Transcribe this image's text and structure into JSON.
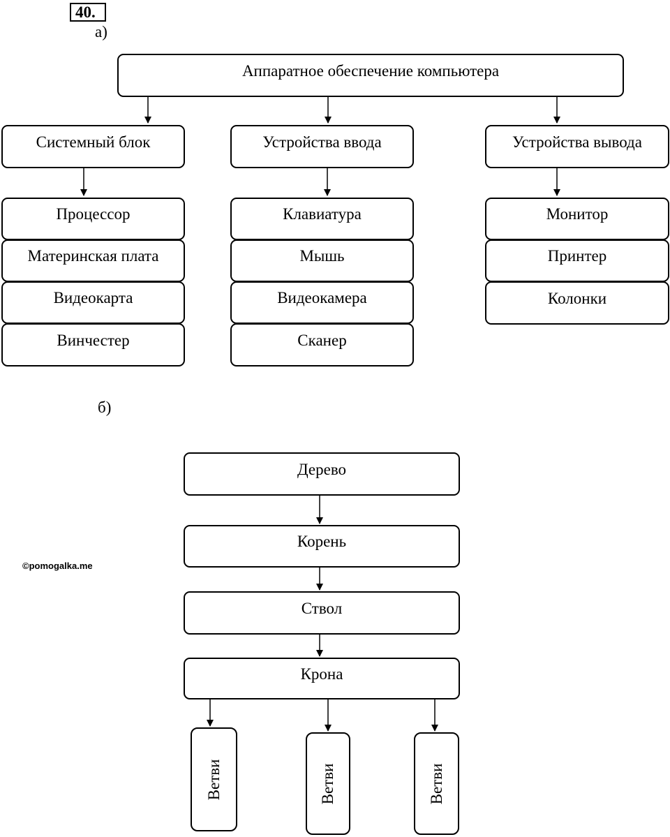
{
  "problem_number": "40",
  "problem_number_suffix": ".",
  "part_a": {
    "label": "а)",
    "root": "Аппаратное обеспечение компьютера",
    "categories": [
      {
        "title": "Системный блок",
        "items": [
          "Процессор",
          "Материнская плата",
          "Видеокарта",
          "Винчестер"
        ]
      },
      {
        "title": "Устройства ввода",
        "items": [
          "Клавиатура",
          "Мышь",
          "Видеокамера",
          "Сканер"
        ]
      },
      {
        "title": "Устройства вывода",
        "items": [
          "Монитор",
          "Принтер",
          "Колонки"
        ]
      }
    ]
  },
  "part_b": {
    "label": "б)",
    "chain": [
      "Дерево",
      "Корень",
      "Ствол",
      "Крона"
    ],
    "branches": [
      "Ветви",
      "Ветви",
      "Ветви"
    ]
  },
  "watermark": "©pomogalka.me"
}
